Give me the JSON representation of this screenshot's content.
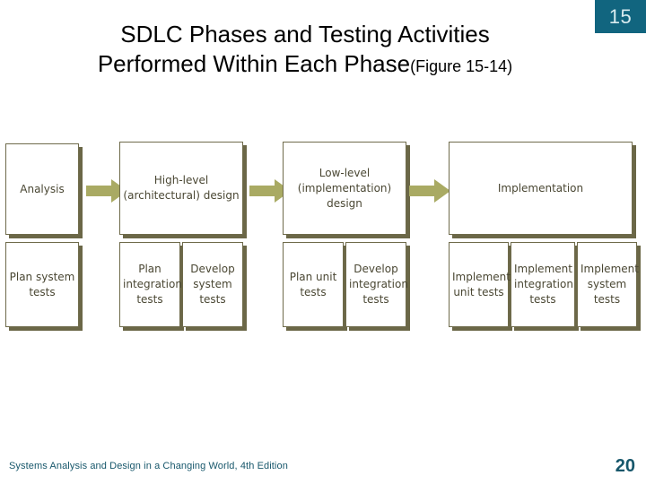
{
  "slide": {
    "page_badge": "15",
    "title_line1": "SDLC Phases and Testing Activities",
    "title_line2": "Performed Within Each Phase",
    "title_figure_ref": "(Figure 15-14)",
    "footer_text": "Systems Analysis and Design in a Changing World, 4th Edition",
    "footer_number": "20"
  },
  "colors": {
    "badge_bg": "#11657f",
    "badge_text": "#d8ebef",
    "footer_teal": "#17576b",
    "box_border": "#6f6b4b",
    "box_shadow": "#6b6747",
    "box_text": "#4a4733",
    "arrow_fill": "#a9aa63",
    "title_text": "#000000"
  },
  "diagram": {
    "type": "process-flow",
    "columns": [
      {
        "phase": "Analysis",
        "activities": [
          "Plan system tests"
        ]
      },
      {
        "phase": "High-level (architectural) design",
        "activities": [
          "Plan integration tests",
          "Develop system tests"
        ]
      },
      {
        "phase": "Low-level (implementation) design",
        "activities": [
          "Plan unit tests",
          "Develop integration tests"
        ]
      },
      {
        "phase": "Implementation",
        "activities": [
          "Implement unit tests",
          "Implement integration tests",
          "Implement system tests"
        ]
      }
    ],
    "arrows": 3,
    "arrow_direction": "right"
  }
}
